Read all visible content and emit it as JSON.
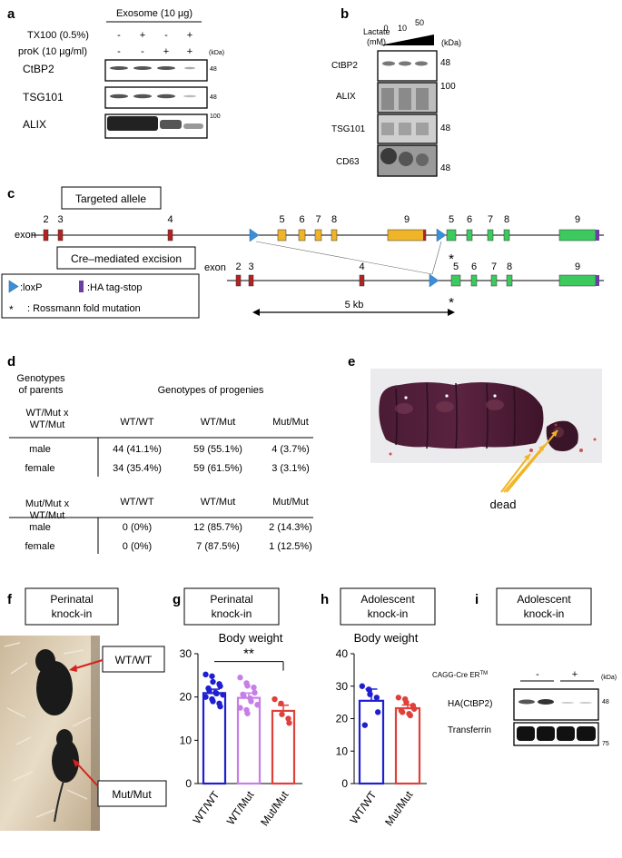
{
  "panels": {
    "a": "a",
    "b": "b",
    "c": "c",
    "d": "d",
    "e": "e",
    "f": "f",
    "g": "g",
    "h": "h",
    "i": "i"
  },
  "a": {
    "title": "Exosome (10 µg)",
    "cond_labels": [
      "TX100 (0.5%)",
      "proK (10 µg/ml)"
    ],
    "tx100": [
      "-",
      "+",
      "-",
      "+"
    ],
    "prok": [
      "-",
      "-",
      "+",
      "+"
    ],
    "kda": "(kDa)",
    "blots": [
      {
        "label": "CtBP2",
        "marker": "48"
      },
      {
        "label": "TSG101",
        "marker": "48"
      },
      {
        "label": "ALIX",
        "marker": "100"
      }
    ]
  },
  "b": {
    "lactate": "Lactate",
    "unit": "(mM)",
    "doses": [
      "0",
      "10",
      "50"
    ],
    "kda": "(kDa)",
    "blots": [
      {
        "label": "CtBP2",
        "marker": "48"
      },
      {
        "label": "ALIX",
        "marker": "100"
      },
      {
        "label": "TSG101",
        "marker": "48"
      },
      {
        "label": "CD63",
        "marker": "48"
      }
    ]
  },
  "c": {
    "targeted": "Targeted allele",
    "excision": "Cre–mediated excision",
    "exon": "exon",
    "top_exons": [
      "2",
      "3",
      "4",
      "5",
      "6",
      "7",
      "8",
      "9",
      "5",
      "6",
      "7",
      "8",
      "9"
    ],
    "bottom_exons": [
      "2",
      "3",
      "4",
      "5",
      "6",
      "7",
      "8",
      "9"
    ],
    "asterisk": "*",
    "legend": {
      "loxp": ":loxP",
      "ha": ":HA tag-stop",
      "star": "*",
      "rossmann": ": Rossmann fold mutation"
    },
    "scale": "5 kb",
    "colors": {
      "red_exon": "#b22222",
      "yellow_exon": "#f0b429",
      "green_exon": "#3cc95e",
      "loxp": "#3b8fd6",
      "ha": "#6a3fa0"
    }
  },
  "d": {
    "parents_header": [
      "Genotypes",
      "of parents"
    ],
    "progeny_header": "Genotypes of progenies",
    "cross1": [
      "WT/Mut x",
      "WT/Mut"
    ],
    "cross2": [
      "Mut/Mut x",
      "WT/Mut"
    ],
    "cols": [
      "WT/WT",
      "WT/Mut",
      "Mut/Mut"
    ],
    "rows1": [
      {
        "sex": "male",
        "vals": [
          "44 (41.1%)",
          "59 (55.1%)",
          "4 (3.7%)"
        ]
      },
      {
        "sex": "female",
        "vals": [
          "34 (35.4%)",
          "59 (61.5%)",
          "3 (3.1%)"
        ]
      }
    ],
    "rows2": [
      {
        "sex": "male",
        "vals": [
          "0 (0%)",
          "12 (85.7%)",
          "2 (14.3%)"
        ]
      },
      {
        "sex": "female",
        "vals": [
          "0 (0%)",
          "7 (87.5%)",
          "1 (12.5%)"
        ]
      }
    ]
  },
  "e": {
    "dead": "dead"
  },
  "f": {
    "title": [
      "Perinatal",
      "knock-in"
    ],
    "wt": "WT/WT",
    "mut": "Mut/Mut"
  },
  "g": {
    "title": [
      "Perinatal",
      "knock-in"
    ]
  },
  "h": {
    "title": [
      "Adolescent",
      "knock-in"
    ]
  },
  "i": {
    "title": [
      "Adolescent",
      "knock-in"
    ],
    "cre": "CAGG-Cre ER",
    "tm": "TM",
    "groups": [
      "-",
      "+"
    ],
    "kda": "(kDa)",
    "blots": [
      {
        "label": "HA(CtBP2)",
        "marker": "48"
      },
      {
        "label": "Transferrin",
        "marker": "75"
      }
    ]
  },
  "chart_data": [
    {
      "type": "bar",
      "title": "Body weight",
      "categories": [
        "WT/WT",
        "WT/Mut",
        "Mut/Mut"
      ],
      "values": [
        20.9,
        19.8,
        16.8
      ],
      "errors": [
        0.9,
        1.1,
        1.3
      ],
      "points": [
        [
          25.2,
          24.8,
          23.5,
          23.0,
          22.5,
          22.0,
          21.5,
          21.0,
          20.8,
          20.5,
          20.0,
          19.5,
          19.0,
          18.5,
          17.8
        ],
        [
          24.5,
          23.2,
          22.6,
          22.2,
          21.0,
          20.6,
          20.2,
          19.7,
          19.0,
          18.2,
          17.5,
          17.0,
          16.2
        ],
        [
          19.5,
          18.5,
          16.0,
          15.0,
          14.0
        ]
      ],
      "ylim": [
        0,
        30
      ],
      "yticks": [
        "0",
        "10",
        "20",
        "30"
      ],
      "significance": "**",
      "colors": [
        "#1f1fd0",
        "#c77ee8",
        "#e0403c"
      ]
    },
    {
      "type": "bar",
      "title": "Body weight",
      "categories": [
        "WT/WT",
        "Mut/Mut"
      ],
      "values": [
        25.5,
        23.2
      ],
      "errors": [
        3.6,
        1.0
      ],
      "points": [
        [
          30.0,
          29.0,
          27.5,
          26.5,
          22.0,
          18.0
        ],
        [
          26.5,
          26.0,
          25.0,
          24.0,
          23.0,
          22.5,
          22.0,
          21.5,
          21.0
        ]
      ],
      "ylim": [
        0,
        40
      ],
      "yticks": [
        "0",
        "10",
        "20",
        "30",
        "40"
      ],
      "colors": [
        "#1f1fd0",
        "#e0403c"
      ]
    }
  ]
}
